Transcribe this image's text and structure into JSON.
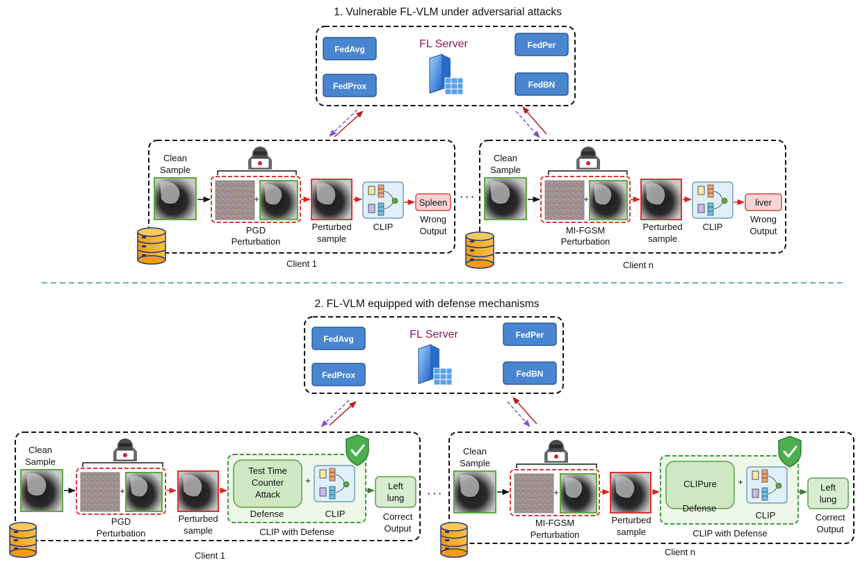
{
  "sections": [
    {
      "title": "1. Vulnerable FL-VLM under adversarial attacks",
      "server": {
        "label": "FL Server",
        "algorithms": [
          "FedAvg",
          "FedProx",
          "FedPer",
          "FedBN"
        ]
      },
      "clients": [
        {
          "name": "Client 1",
          "clean_label": [
            "Clean",
            "Sample"
          ],
          "perturbation_label": [
            "PGD",
            "Perturbation"
          ],
          "perturbed_label": [
            "Perturbed",
            "sample"
          ],
          "model_label": "CLIP",
          "output_value": "Spleen",
          "output_label": [
            "Wrong",
            "Output"
          ]
        },
        {
          "name": "Client n",
          "clean_label": [
            "Clean",
            "Sample"
          ],
          "perturbation_label": [
            "MI-FGSM",
            "Perturbation"
          ],
          "perturbed_label": [
            "Perturbed",
            "sample"
          ],
          "model_label": "CLIP",
          "output_value": "liver",
          "output_label": [
            "Wrong",
            "Output"
          ]
        }
      ]
    },
    {
      "title": "2. FL-VLM equipped with defense mechanisms",
      "server": {
        "label": "FL Server",
        "algorithms": [
          "FedAvg",
          "FedProx",
          "FedPer",
          "FedBN"
        ]
      },
      "clients": [
        {
          "name": "Client 1",
          "clean_label": [
            "Clean",
            "Sample"
          ],
          "perturbation_label": [
            "PGD",
            "Perturbation"
          ],
          "perturbed_label": [
            "Perturbed",
            "sample"
          ],
          "defense_box": [
            "Test Time",
            "Counter",
            "Attack"
          ],
          "defense_label": "Defense",
          "model_label": "CLIP",
          "group_label": "CLIP with Defense",
          "output_value": [
            "Left",
            "lung"
          ],
          "output_label": [
            "Correct",
            "Output"
          ]
        },
        {
          "name": "Client n",
          "clean_label": [
            "Clean",
            "Sample"
          ],
          "perturbation_label": [
            "MI-FGSM",
            "Perturbation"
          ],
          "perturbed_label": [
            "Perturbed",
            "sample"
          ],
          "defense_box": [
            "CLIPure"
          ],
          "defense_label": "Defense",
          "model_label": "CLIP",
          "group_label": "CLIP with Defense",
          "output_value": [
            "Left",
            "lung"
          ],
          "output_label": [
            "Correct",
            "Output"
          ]
        }
      ]
    }
  ],
  "ellipsis": "· · ·",
  "plus": "+",
  "colors": {
    "algo_fill": "#4a86cf",
    "wrong_fill": "#f8d5d5",
    "wrong_border": "#d64545",
    "correct_fill": "#d8ecd0",
    "correct_border": "#5a9e4a",
    "defense_fill": "#e6f4df",
    "clip_fill": "#dff0f8",
    "perturb_border": "#e03131",
    "clean_border": "#5aaa3c",
    "arrow_red": "#b71c1c",
    "arrow_purple": "#8a4fc9",
    "separator": "#4a8bb0"
  },
  "icons": [
    "server-icon",
    "hacker-icon",
    "database-icon",
    "shield-check-icon",
    "clip-model-icon"
  ]
}
